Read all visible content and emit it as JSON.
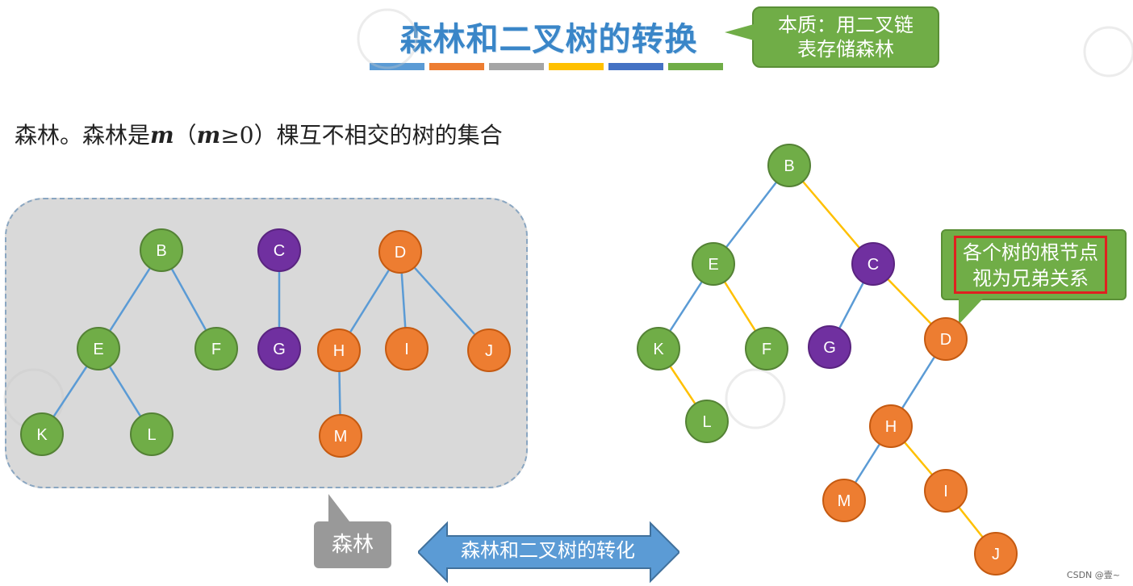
{
  "title": "森林和二叉树的转换",
  "color_bar": [
    "#5b9bd5",
    "#ed7d31",
    "#a5a5a5",
    "#ffc000",
    "#4472c4",
    "#70ad47"
  ],
  "callout_essence": {
    "line1": "本质：用二叉链",
    "line2": "表存储森林"
  },
  "definition": {
    "prefix": "森林。森林是",
    "m1": "m",
    "mid": "（",
    "m2": "m",
    "cond": "≥0）棵互不相交的树的集合"
  },
  "forest_label": "森林",
  "transform_label": "森林和二叉树的转化",
  "callout_roots": {
    "line1": "各个树的根节点",
    "line2": "视为兄弟关系"
  },
  "footer": "CSDN @壹~",
  "colors": {
    "green": "#70ad47",
    "green_stroke": "#548235",
    "purple": "#7030a0",
    "purple_stroke": "#5a2480",
    "orange": "#ed7d31",
    "orange_stroke": "#c55a11",
    "edge_blue": "#5b9bd5",
    "edge_yellow": "#ffc000"
  },
  "forest": {
    "nodes": [
      {
        "id": "B",
        "color": "green"
      },
      {
        "id": "E",
        "color": "green"
      },
      {
        "id": "F",
        "color": "green"
      },
      {
        "id": "K",
        "color": "green"
      },
      {
        "id": "L",
        "color": "green"
      },
      {
        "id": "C",
        "color": "purple"
      },
      {
        "id": "G",
        "color": "purple"
      },
      {
        "id": "D",
        "color": "orange"
      },
      {
        "id": "H",
        "color": "orange"
      },
      {
        "id": "I",
        "color": "orange"
      },
      {
        "id": "J",
        "color": "orange"
      },
      {
        "id": "M",
        "color": "orange"
      }
    ],
    "edges": [
      [
        "B",
        "E"
      ],
      [
        "B",
        "F"
      ],
      [
        "E",
        "K"
      ],
      [
        "E",
        "L"
      ],
      [
        "C",
        "G"
      ],
      [
        "D",
        "H"
      ],
      [
        "D",
        "I"
      ],
      [
        "D",
        "J"
      ],
      [
        "H",
        "M"
      ]
    ]
  },
  "binary_tree": {
    "nodes": [
      {
        "id": "B",
        "color": "green"
      },
      {
        "id": "E",
        "color": "green"
      },
      {
        "id": "C",
        "color": "purple"
      },
      {
        "id": "K",
        "color": "green"
      },
      {
        "id": "F",
        "color": "green"
      },
      {
        "id": "G",
        "color": "purple"
      },
      {
        "id": "D",
        "color": "orange"
      },
      {
        "id": "L",
        "color": "green"
      },
      {
        "id": "H",
        "color": "orange"
      },
      {
        "id": "M",
        "color": "orange"
      },
      {
        "id": "I",
        "color": "orange"
      },
      {
        "id": "J",
        "color": "orange"
      }
    ],
    "edges": [
      [
        "B",
        "E",
        "blue"
      ],
      [
        "B",
        "C",
        "yellow"
      ],
      [
        "E",
        "K",
        "blue"
      ],
      [
        "E",
        "F",
        "yellow"
      ],
      [
        "K",
        "L",
        "yellow"
      ],
      [
        "C",
        "G",
        "blue"
      ],
      [
        "C",
        "D",
        "yellow"
      ],
      [
        "D",
        "H",
        "blue"
      ],
      [
        "H",
        "M",
        "blue"
      ],
      [
        "H",
        "I",
        "yellow"
      ],
      [
        "I",
        "J",
        "yellow"
      ]
    ]
  }
}
